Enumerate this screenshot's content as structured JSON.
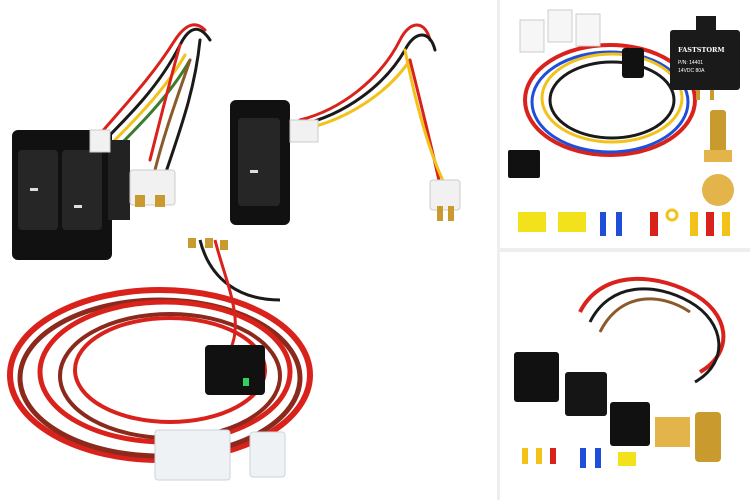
{
  "products": [
    {
      "id": "window-switch-kit"
    },
    {
      "id": "relay-harness-kit",
      "relay": {
        "brand": "FASTSTORM",
        "line1": "P/N: 14401",
        "line2": "14VDC 80A"
      }
    },
    {
      "id": "fan-relay-kit"
    }
  ],
  "colors": {
    "wire_red": "#d9221c",
    "wire_black": "#1a1a1a",
    "wire_blue": "#1f4fd8",
    "wire_yellow": "#f2c21b",
    "brass": "#c99a2e",
    "background": "#ffffff"
  }
}
